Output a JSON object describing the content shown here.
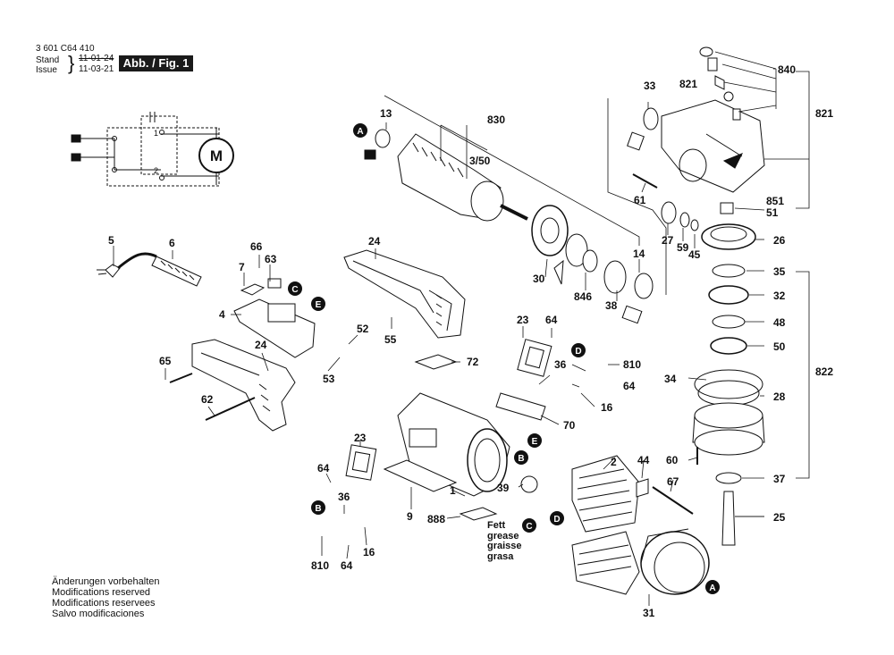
{
  "header": {
    "part_number": "3 601 C64 410",
    "stand_label": "Stand",
    "issue_label": "Issue",
    "stand_date": "11-01-24",
    "issue_date": "11-03-21",
    "figure_label": "Abb. / Fig. 1"
  },
  "footer": {
    "lines": [
      "Änderungen vorbehalten",
      "Modifications reserved",
      "Modifications reservees",
      "Salvo modificaciones"
    ]
  },
  "grease_note": {
    "lines": [
      "Fett",
      "grease",
      "graisse",
      "grasa"
    ]
  },
  "motor_symbol": "M",
  "terminal_labels": [
    "1",
    "2"
  ],
  "part_labels": [
    "13",
    "830",
    "3/50",
    "33",
    "821",
    "840",
    "821",
    "851",
    "51",
    "26",
    "35",
    "32",
    "48",
    "50",
    "822",
    "34",
    "28",
    "60",
    "37",
    "25",
    "5",
    "6",
    "66",
    "63",
    "7",
    "4",
    "24",
    "52",
    "55",
    "53",
    "24",
    "65",
    "62",
    "23",
    "64",
    "810",
    "36",
    "64",
    "16",
    "72",
    "70",
    "14",
    "30",
    "846",
    "38",
    "61",
    "27",
    "59",
    "45",
    "2",
    "44",
    "67",
    "39",
    "23",
    "64",
    "36",
    "810",
    "64",
    "16",
    "1",
    "9",
    "888",
    "31"
  ],
  "marker_letters": [
    "A",
    "A",
    "B",
    "B",
    "C",
    "C",
    "D",
    "D",
    "E",
    "E"
  ],
  "colors": {
    "ink": "#111111",
    "badge_bg": "#1a1a1a",
    "paper": "#ffffff"
  }
}
